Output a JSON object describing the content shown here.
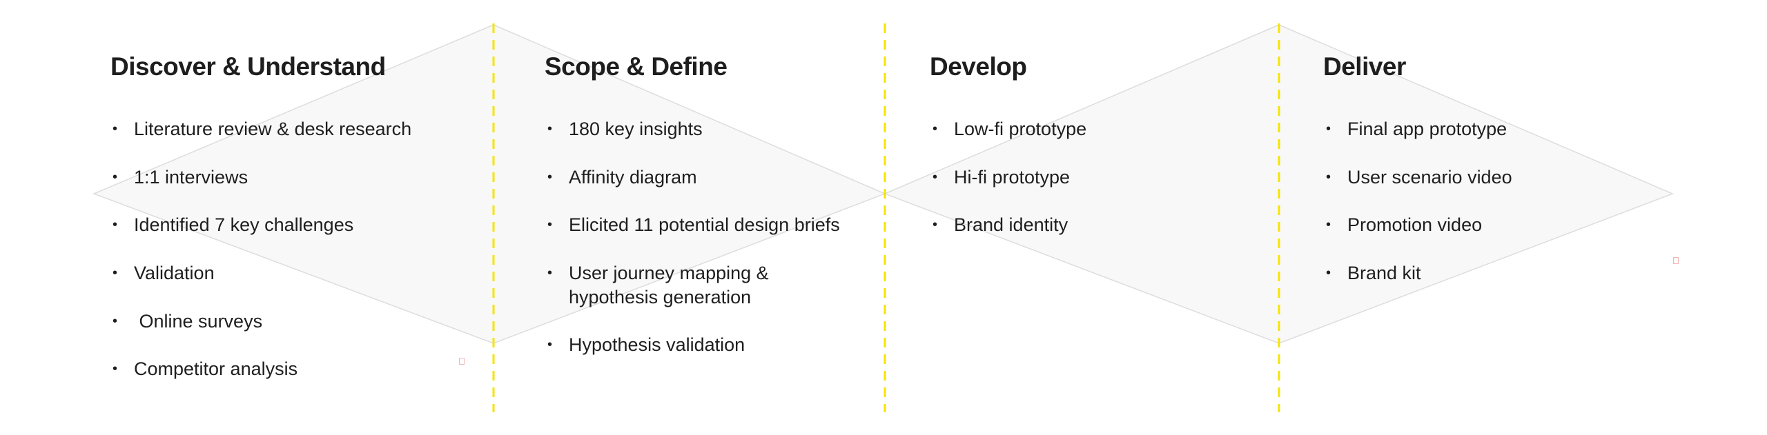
{
  "colors": {
    "divider": "#f5e400",
    "diamond_fill": "#f8f8f8",
    "diamond_stroke": "#dddddd",
    "text": "#1e1e1e"
  },
  "phases": [
    {
      "title": "Discover & Understand",
      "items": [
        "Literature review & desk research",
        "1:1 interviews",
        "Identified 7 key challenges",
        "Validation",
        " Online surveys",
        "Competitor analysis"
      ]
    },
    {
      "title": "Scope & Define",
      "items": [
        "180 key insights",
        "Affinity diagram",
        "Elicited 11 potential design briefs",
        "User journey mapping &",
        "hypothesis generation",
        "Hypothesis validation"
      ]
    },
    {
      "title": "Develop",
      "items": [
        "Low-fi prototype",
        "Hi-fi prototype",
        "Brand identity"
      ]
    },
    {
      "title": "Deliver",
      "items": [
        "Final app prototype",
        "User scenario video",
        "Promotion video",
        "Brand kit"
      ]
    }
  ],
  "bullet": "•"
}
